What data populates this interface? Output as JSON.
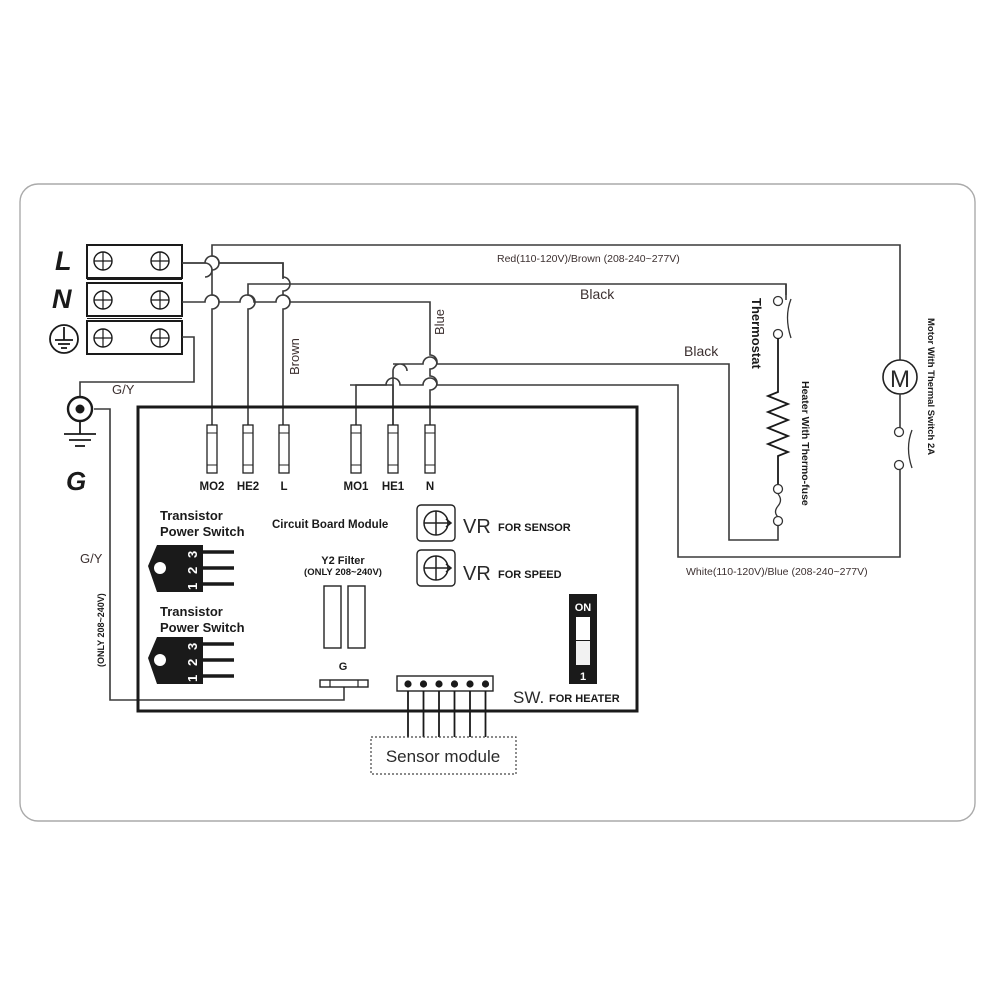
{
  "diagram": {
    "title": "Wiring diagram",
    "terminal_block": {
      "labels": [
        "L",
        "N"
      ],
      "ground_symbol": "ground-icon"
    },
    "ground_connector": {
      "label": "G"
    },
    "wire_labels": {
      "top_red_brown": "Red(110-120V)/Brown (208-240~277V)",
      "black_1": "Black",
      "black_2": "Black",
      "brown": "Brown",
      "blue": "Blue",
      "gy_top": "G/Y",
      "gy_side": "G/Y",
      "only_note": "(ONLY 208~240V)",
      "bottom_white_blue": "White(110-120V)/Blue (208-240~277V)"
    },
    "board": {
      "title": "Circuit Board Module",
      "terminals": [
        "MO2",
        "HE2",
        "L",
        "MO1",
        "HE1",
        "N"
      ],
      "transistors": [
        {
          "line1": "Transistor",
          "line2": "Power Switch",
          "pins": [
            "1",
            "2",
            "3"
          ]
        },
        {
          "line1": "Transistor",
          "line2": "Power Switch",
          "pins": [
            "1",
            "2",
            "3"
          ]
        }
      ],
      "filter": {
        "title": "Y2 Filter",
        "note": "(ONLY 208~240V)",
        "ground_label": "G"
      },
      "vr_sensor": {
        "big": "VR",
        "small": "FOR SENSOR"
      },
      "vr_speed": {
        "big": "VR",
        "small": "FOR SPEED"
      },
      "switch": {
        "on_label": "ON",
        "num_label": "1",
        "big": "SW.",
        "small": "FOR HEATER"
      },
      "sensor_pins": 6
    },
    "sensor_module": {
      "label": "Sensor module"
    },
    "thermostat": {
      "label": "Thermostat"
    },
    "heater": {
      "label": "Heater With Thermo-fuse"
    },
    "motor": {
      "symbol": "M",
      "label": "Motor With Thermal Switch 2A"
    }
  }
}
